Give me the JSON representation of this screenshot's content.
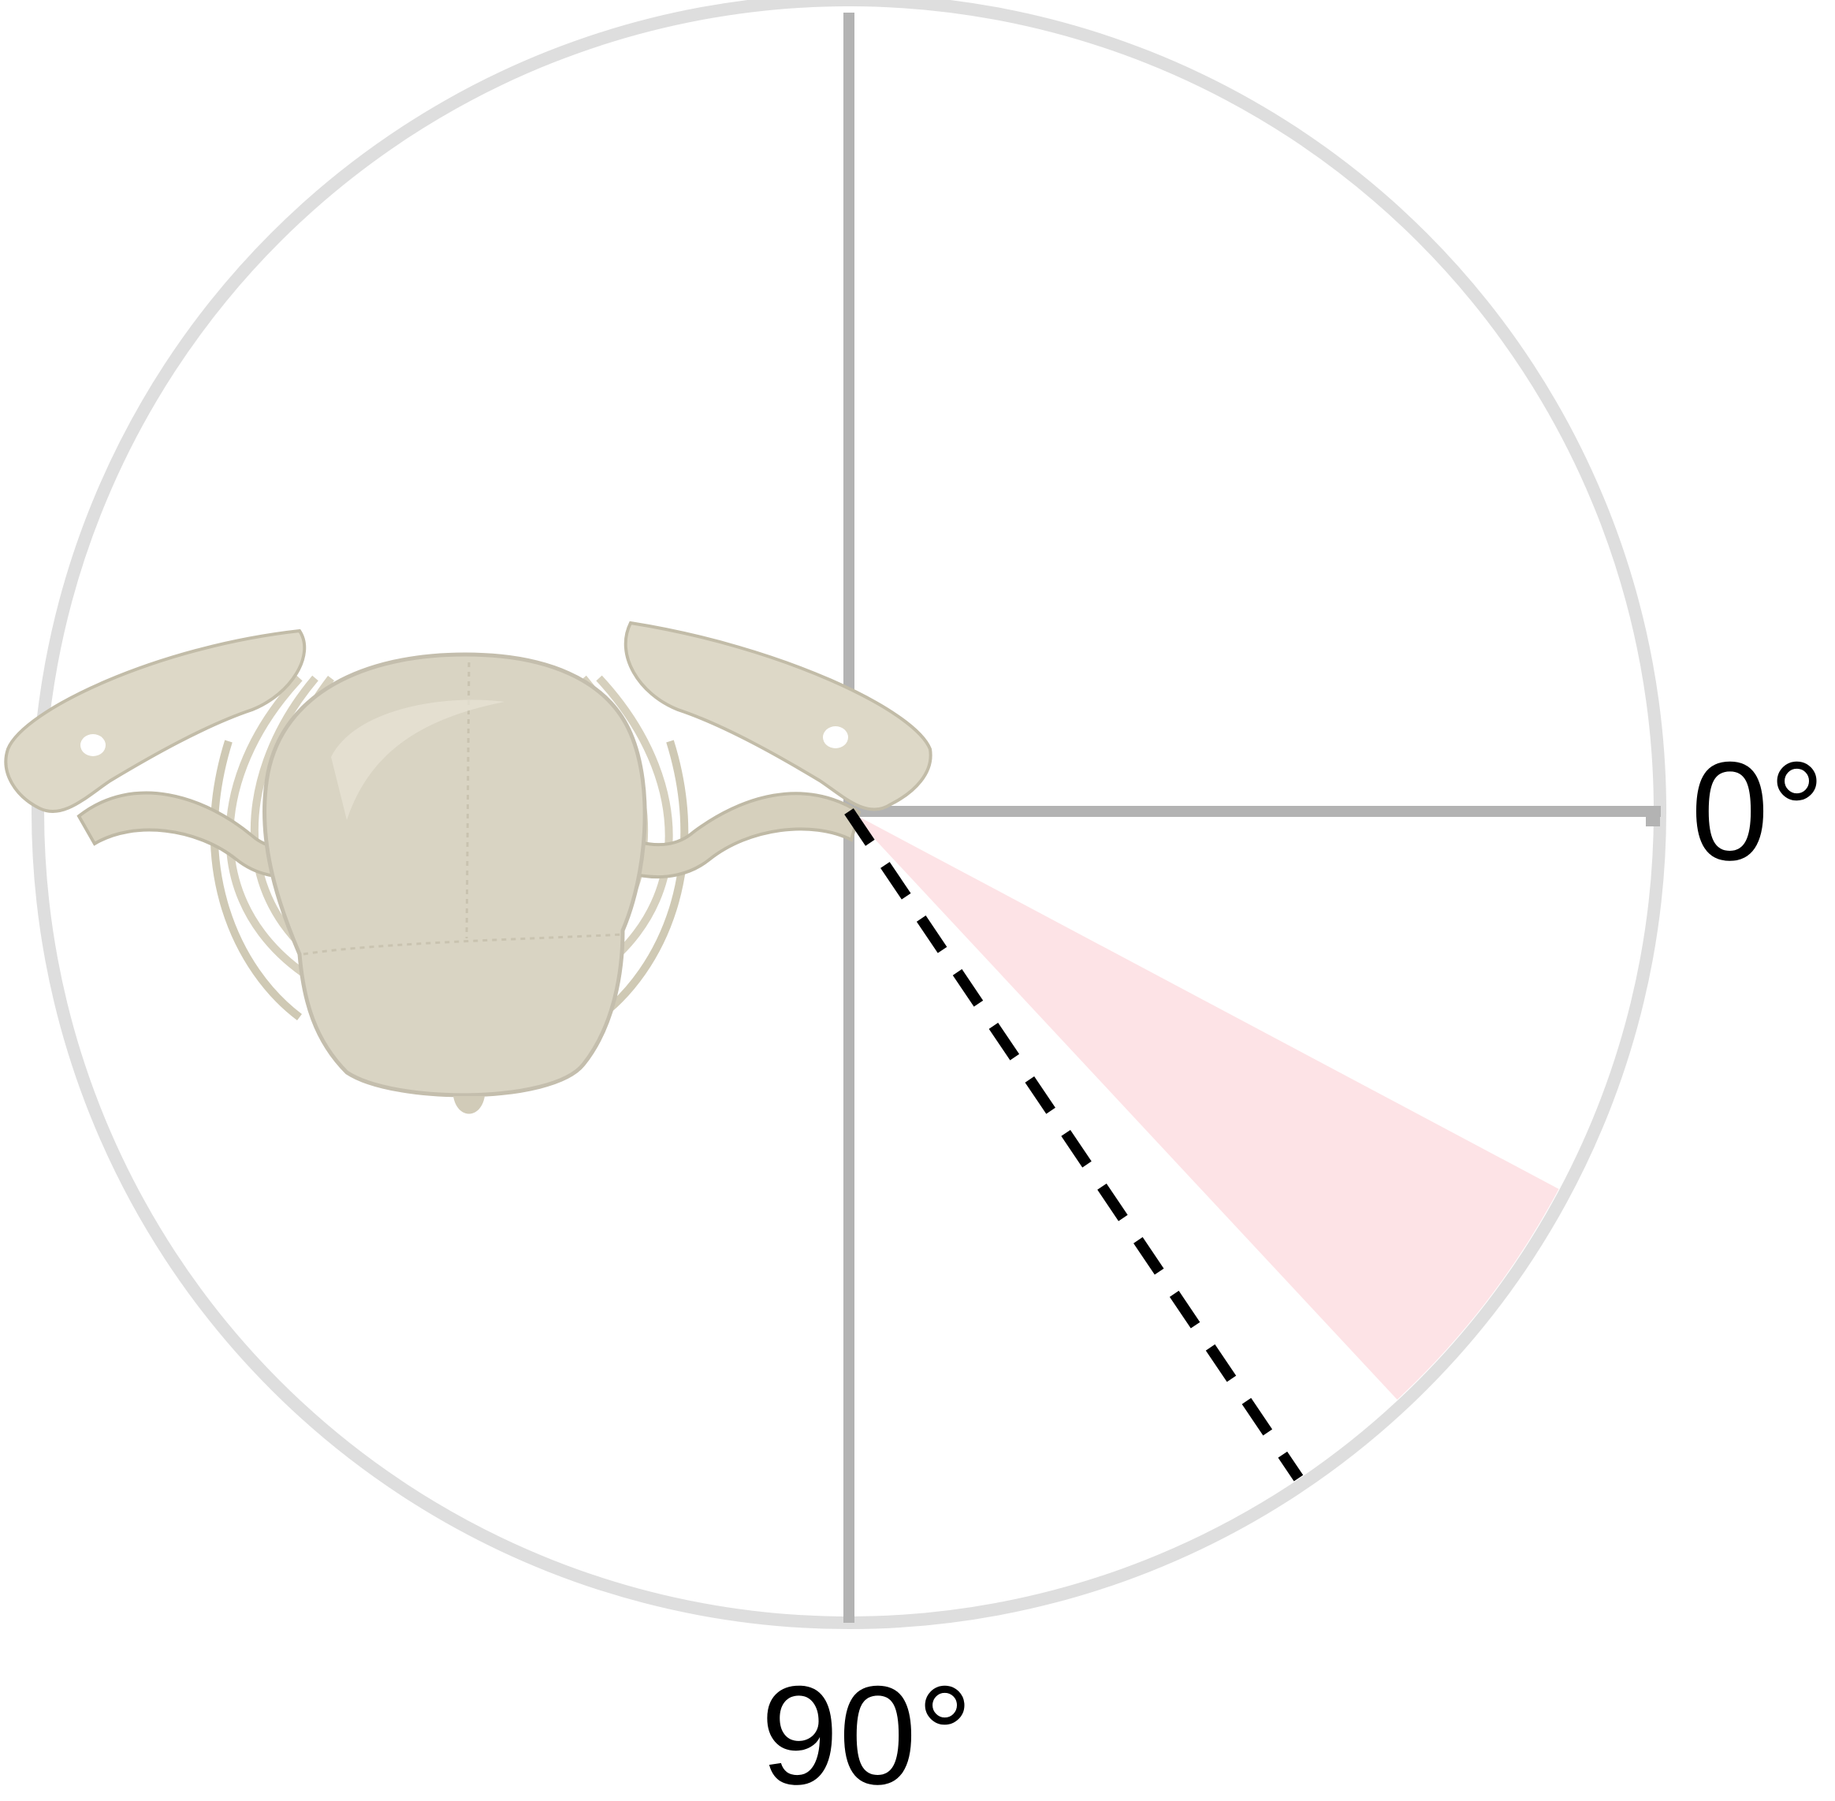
{
  "diagram": {
    "labels": {
      "zero": "0°",
      "ninety": "90°"
    },
    "colors": {
      "circle": "#dedede",
      "axes": "#b3b3b3",
      "sector": "#fde3e6",
      "dashed_line": "#000000",
      "bone": "#d9d4c3",
      "bone_shadow": "#b9b3a0",
      "bone_highlight": "#ece8da"
    },
    "angles_deg": {
      "sector_start": 28,
      "sector_end": 47,
      "dashed_line": 56
    },
    "icons": {
      "illustration": "shoulder-girdle-top-view"
    }
  }
}
